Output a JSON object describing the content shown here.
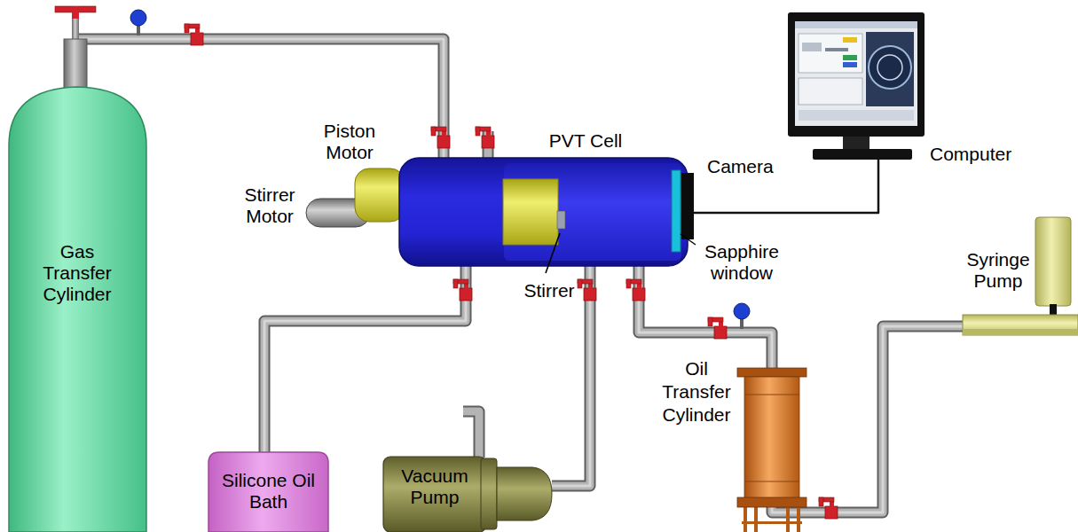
{
  "diagram": {
    "nodes": [
      {
        "text": [
          "Gas Transfer Cylinder"
        ]
      },
      {
        "text": [
          "PVT Cell"
        ]
      },
      {
        "text": [
          "Computer"
        ]
      },
      {
        "text": [
          "Syringe Pump"
        ]
      },
      {
        "text": [
          "Silicone Oil Bath"
        ]
      },
      {
        "text": [
          "Vacuum Pump"
        ]
      },
      {
        "text": [
          "Oil Transfer Cylinder"
        ]
      }
    ],
    "edges": [
      {
        "from": 0,
        "to": 1,
        "arrow": "none"
      },
      {
        "from": 1,
        "to": 4,
        "arrow": "none"
      },
      {
        "from": 1,
        "to": 5,
        "arrow": "none"
      },
      {
        "from": 1,
        "to": 6,
        "arrow": "none"
      },
      {
        "from": 6,
        "to": 3,
        "arrow": "none"
      },
      {
        "from": 1,
        "to": 2,
        "arrow": "none"
      }
    ],
    "labels": [
      "Piston Motor",
      "Stirrer Motor",
      "Camera",
      "Stirrer",
      "Sapphire window"
    ]
  }
}
